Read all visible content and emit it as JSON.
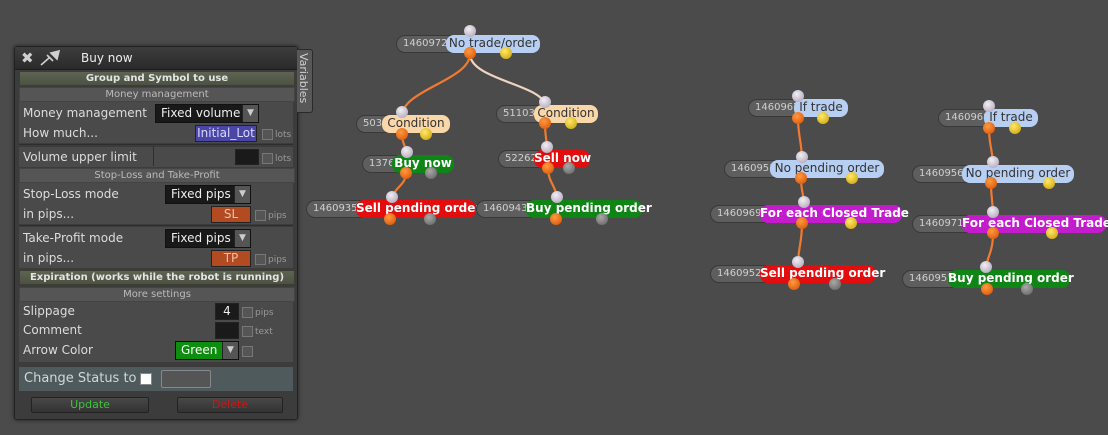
{
  "panel": {
    "title": "Buy now",
    "side_tab": "Variables",
    "sections": {
      "group_symbol": "Group and Symbol to use",
      "money_management": "Money management",
      "sl_tp": "Stop-Loss and Take-Profit",
      "expiration": "Expiration (works while the robot is running)",
      "more_settings": "More settings"
    },
    "fields": {
      "money_management": {
        "label": "Money management",
        "value": "Fixed volume"
      },
      "how_much": {
        "label": "How much...",
        "value": "Initial_Lot",
        "unit": "lots"
      },
      "volume_upper_limit": {
        "label": "Volume upper limit",
        "value": "",
        "unit": "lots"
      },
      "stop_loss_mode": {
        "label": "Stop-Loss mode",
        "value": "Fixed pips"
      },
      "sl_in_pips": {
        "label": "in pips...",
        "value": "SL",
        "unit": "pips"
      },
      "take_profit_mode": {
        "label": "Take-Profit mode",
        "value": "Fixed pips"
      },
      "tp_in_pips": {
        "label": "in pips...",
        "value": "TP",
        "unit": "pips"
      },
      "slippage": {
        "label": "Slippage",
        "value": "4",
        "unit": "pips"
      },
      "comment": {
        "label": "Comment",
        "value": "",
        "unit": "text"
      },
      "arrow_color": {
        "label": "Arrow Color",
        "value": "Green"
      }
    },
    "change_status_label": "Change Status to",
    "update_button": "Update",
    "delete_button": "Delete",
    "colors": {
      "update": "#3fc23f",
      "delete": "#c81818",
      "initial_lot_bg": "#4a46a6",
      "sl_tp_bg": "#b24a22",
      "green_bg": "#0e8e0e"
    }
  },
  "nodes": [
    {
      "id": "1460972",
      "label": "No trade/order",
      "type": "trade"
    },
    {
      "id": "503",
      "label": "Condition",
      "type": "condition"
    },
    {
      "id": "51103",
      "label": "Condition",
      "type": "condition"
    },
    {
      "id": "1376",
      "label": "Buy now",
      "type": "buy"
    },
    {
      "id": "52262",
      "label": "Sell now",
      "type": "sell"
    },
    {
      "id": "1460935",
      "label": "Sell pending order",
      "type": "sell"
    },
    {
      "id": "1460943",
      "label": "Buy pending order",
      "type": "buy"
    },
    {
      "id": "1460967",
      "label": "If trade",
      "type": "trade"
    },
    {
      "id": "1460953",
      "label": "No pending order",
      "type": "trade"
    },
    {
      "id": "1460969",
      "label": "For each Closed Trade",
      "type": "each"
    },
    {
      "id": "1460952",
      "label": "Sell pending order",
      "type": "sell"
    },
    {
      "id": "1460968",
      "label": "If trade",
      "type": "trade"
    },
    {
      "id": "1460956",
      "label": "No pending order",
      "type": "trade"
    },
    {
      "id": "1460971",
      "label": "For each Closed Trade",
      "type": "each"
    },
    {
      "id": "1460958",
      "label": "Buy pending order",
      "type": "buy"
    }
  ]
}
